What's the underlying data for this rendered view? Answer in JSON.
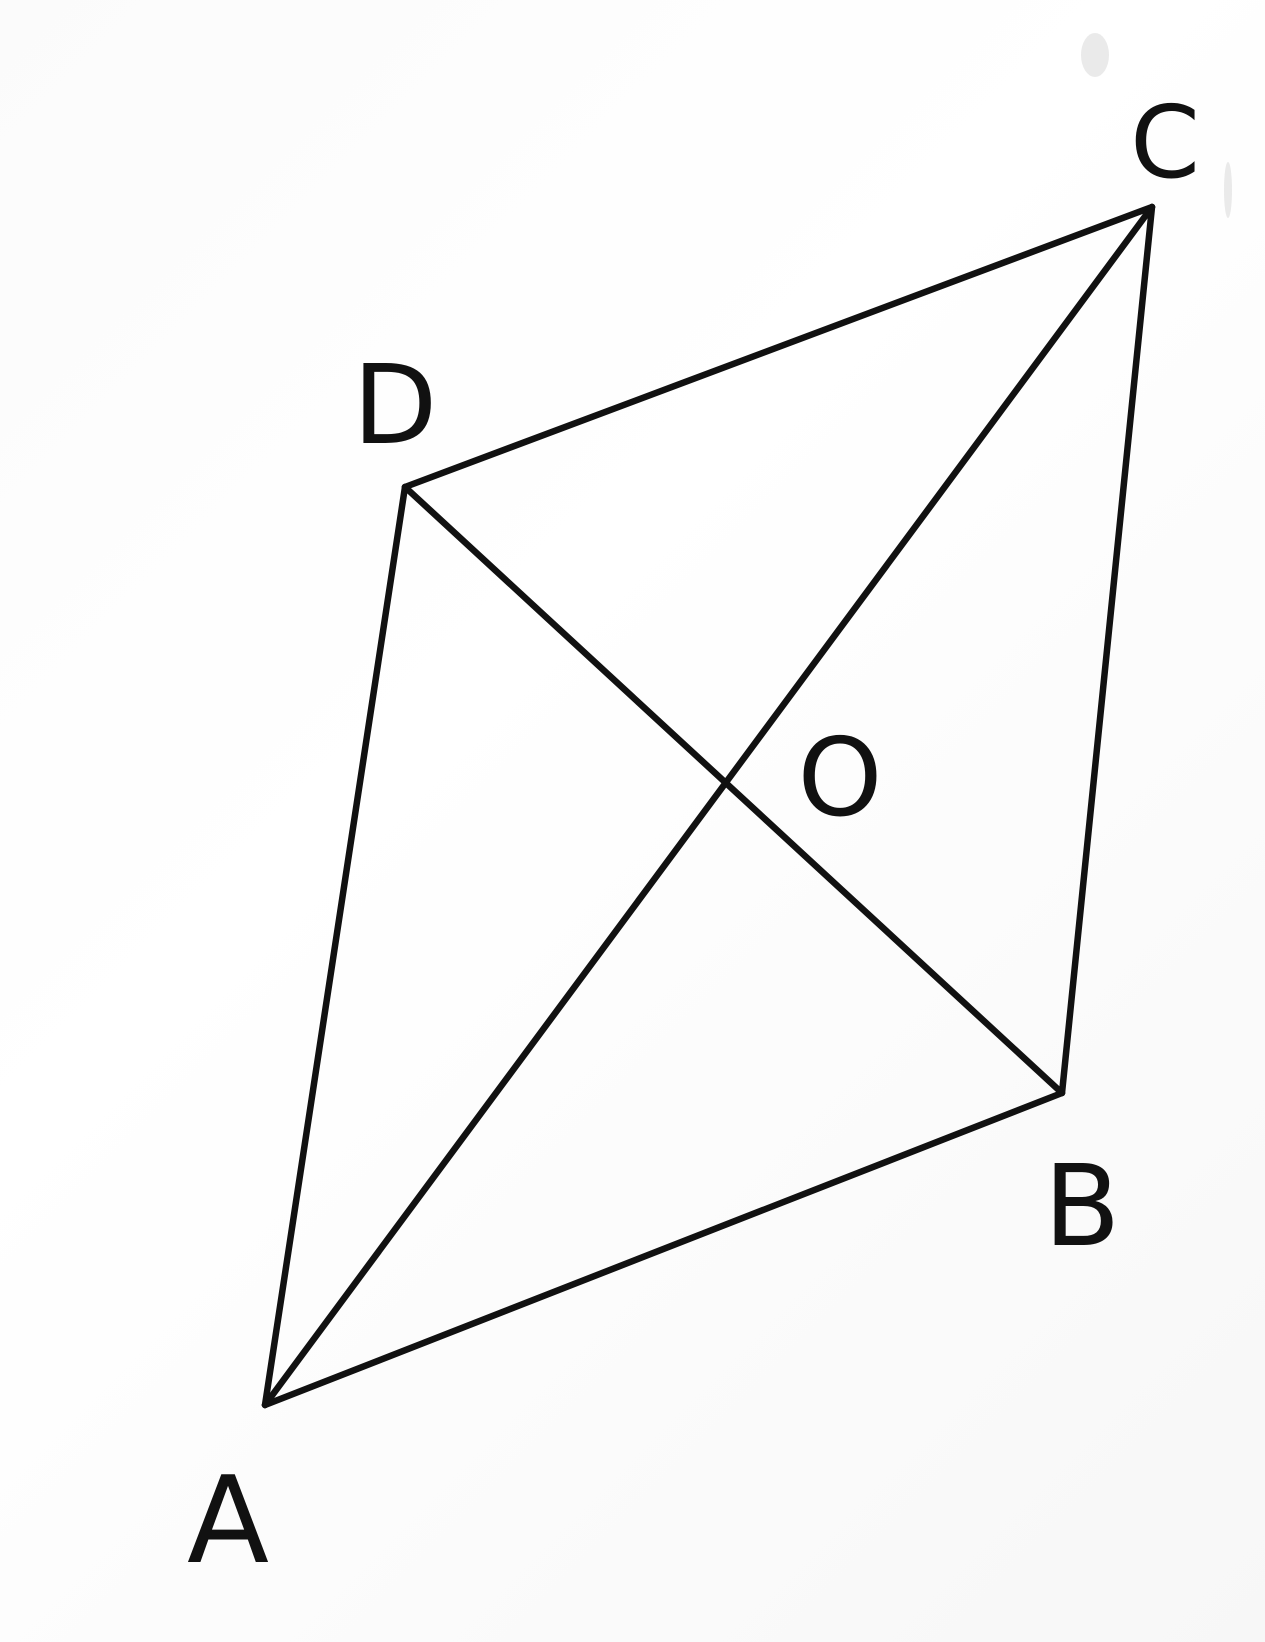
{
  "figure": {
    "labels": {
      "A": "A",
      "B": "B",
      "C": "C",
      "D": "D",
      "O": "O"
    },
    "colors": {
      "ink": "#111111",
      "paper": "#ffffff"
    }
  }
}
